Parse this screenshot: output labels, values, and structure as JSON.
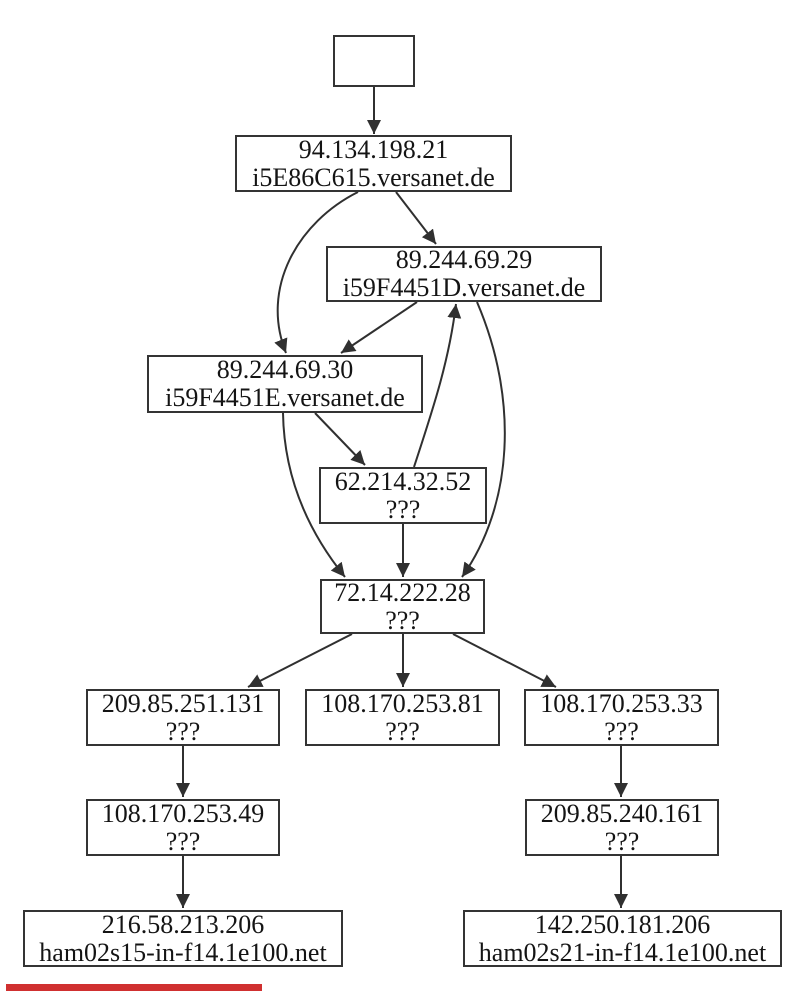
{
  "diagram": {
    "type": "traceroute-hop-graph",
    "background_color": "#ffffff",
    "node_border_color": "#343434",
    "edge_color": "#303030",
    "nodes": [
      {
        "id": "start",
        "ip": "",
        "host": ""
      },
      {
        "id": "hop-94-134-198-21",
        "ip": "94.134.198.21",
        "host": "i5E86C615.versanet.de"
      },
      {
        "id": "hop-89-244-69-29",
        "ip": "89.244.69.29",
        "host": "i59F4451D.versanet.de"
      },
      {
        "id": "hop-89-244-69-30",
        "ip": "89.244.69.30",
        "host": "i59F4451E.versanet.de"
      },
      {
        "id": "hop-62-214-32-52",
        "ip": "62.214.32.52",
        "host": "???"
      },
      {
        "id": "hop-72-14-222-28",
        "ip": "72.14.222.28",
        "host": "???"
      },
      {
        "id": "hop-209-85-251-131",
        "ip": "209.85.251.131",
        "host": "???"
      },
      {
        "id": "hop-108-170-253-81",
        "ip": "108.170.253.81",
        "host": "???"
      },
      {
        "id": "hop-108-170-253-33",
        "ip": "108.170.253.33",
        "host": "???"
      },
      {
        "id": "hop-108-170-253-49",
        "ip": "108.170.253.49",
        "host": "???"
      },
      {
        "id": "hop-209-85-240-161",
        "ip": "209.85.240.161",
        "host": "???"
      },
      {
        "id": "hop-216-58-213-206",
        "ip": "216.58.213.206",
        "host": "ham02s15-in-f14.1e100.net"
      },
      {
        "id": "hop-142-250-181-206",
        "ip": "142.250.181.206",
        "host": "ham02s21-in-f14.1e100.net"
      }
    ],
    "edges": [
      {
        "from": "start",
        "to": "94.134.198.21"
      },
      {
        "from": "94.134.198.21",
        "to": "89.244.69.29"
      },
      {
        "from": "94.134.198.21",
        "to": "89.244.69.30"
      },
      {
        "from": "89.244.69.29",
        "to": "89.244.69.30"
      },
      {
        "from": "89.244.69.30",
        "to": "62.214.32.52"
      },
      {
        "from": "62.214.32.52",
        "to": "89.244.69.29"
      },
      {
        "from": "89.244.69.29",
        "to": "72.14.222.28"
      },
      {
        "from": "89.244.69.30",
        "to": "72.14.222.28"
      },
      {
        "from": "62.214.32.52",
        "to": "72.14.222.28"
      },
      {
        "from": "72.14.222.28",
        "to": "209.85.251.131"
      },
      {
        "from": "72.14.222.28",
        "to": "108.170.253.81"
      },
      {
        "from": "72.14.222.28",
        "to": "108.170.253.33"
      },
      {
        "from": "209.85.251.131",
        "to": "108.170.253.49"
      },
      {
        "from": "108.170.253.49",
        "to": "216.58.213.206"
      },
      {
        "from": "108.170.253.33",
        "to": "209.85.240.161"
      },
      {
        "from": "209.85.240.161",
        "to": "142.250.181.206"
      }
    ],
    "red_bar_color": "#d03030"
  }
}
